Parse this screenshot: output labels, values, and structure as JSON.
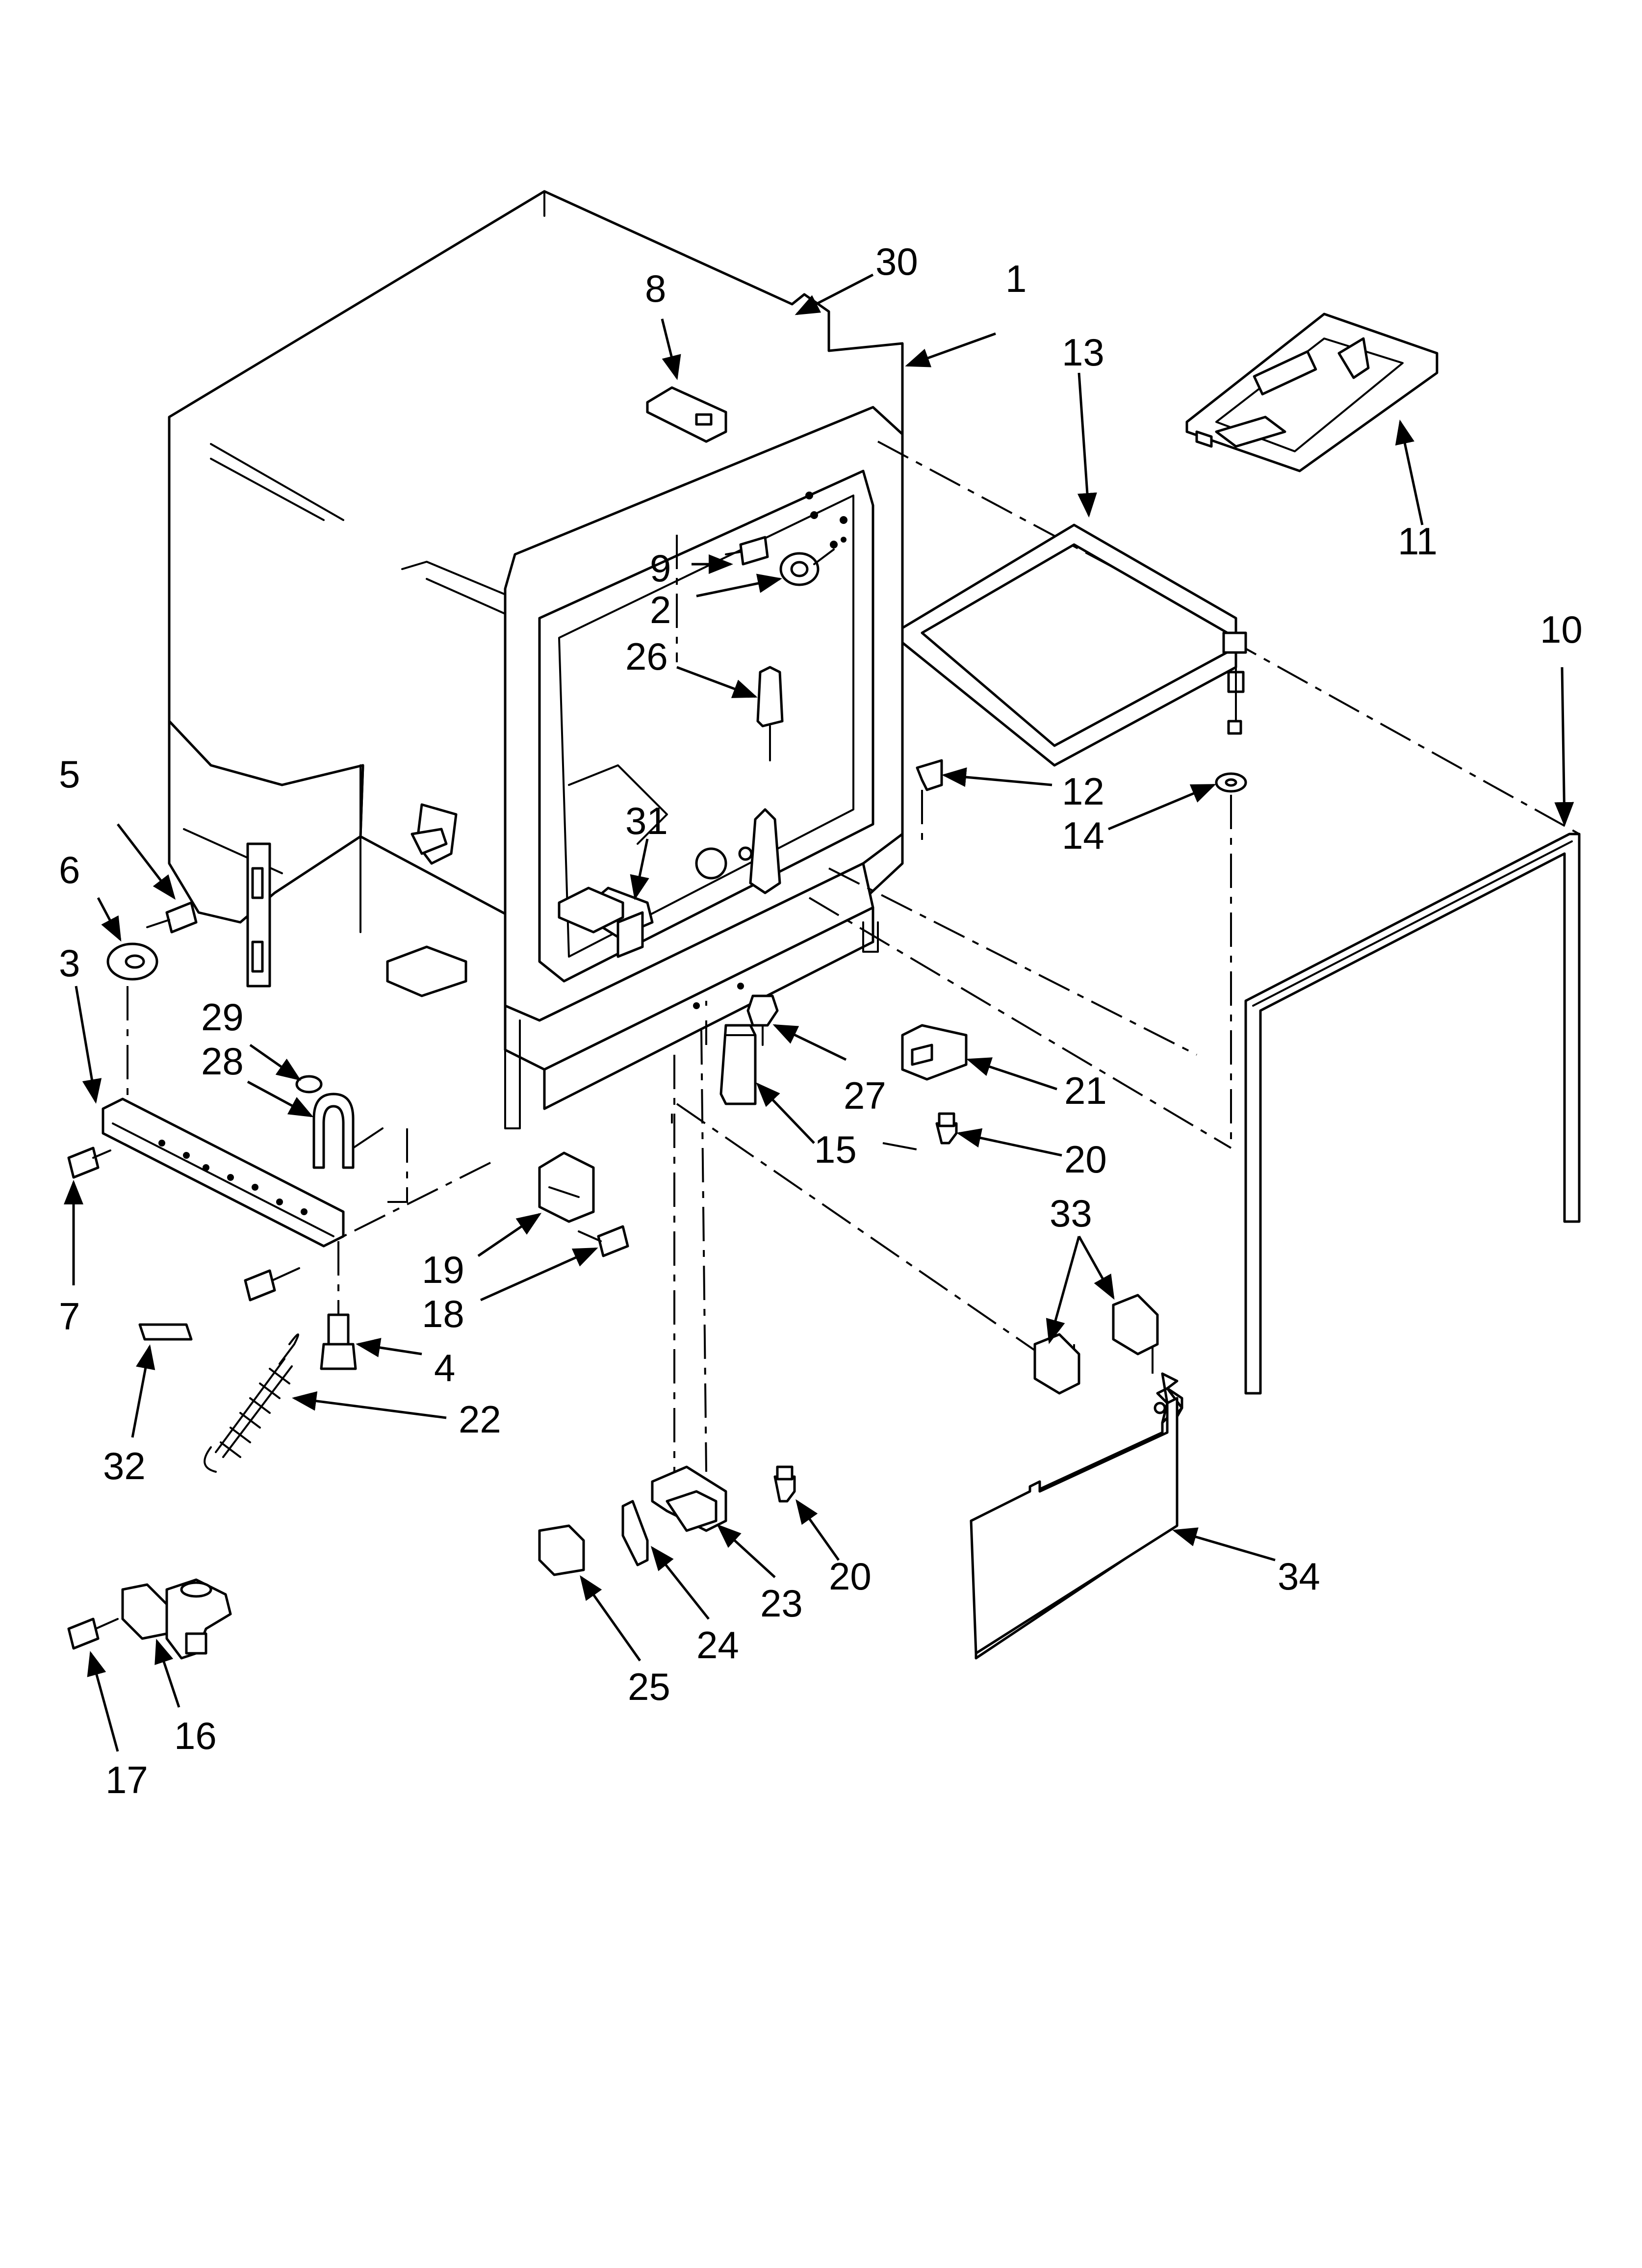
{
  "colors": {
    "line": "#000000",
    "background": "#ffffff"
  },
  "callouts": [
    {
      "id": "c30",
      "label": "30"
    },
    {
      "id": "c1",
      "label": "1"
    },
    {
      "id": "c8",
      "label": "8"
    },
    {
      "id": "c13",
      "label": "13"
    },
    {
      "id": "c11",
      "label": "11"
    },
    {
      "id": "c9",
      "label": "9"
    },
    {
      "id": "c2",
      "label": "2"
    },
    {
      "id": "c26",
      "label": "26"
    },
    {
      "id": "c10",
      "label": "10"
    },
    {
      "id": "c5",
      "label": "5"
    },
    {
      "id": "c6",
      "label": "6"
    },
    {
      "id": "c31",
      "label": "31"
    },
    {
      "id": "c12",
      "label": "12"
    },
    {
      "id": "c14",
      "label": "14"
    },
    {
      "id": "c3",
      "label": "3"
    },
    {
      "id": "c29",
      "label": "29"
    },
    {
      "id": "c28",
      "label": "28"
    },
    {
      "id": "c27",
      "label": "27"
    },
    {
      "id": "c21",
      "label": "21"
    },
    {
      "id": "c15",
      "label": "15"
    },
    {
      "id": "c20a",
      "label": "20"
    },
    {
      "id": "c19",
      "label": "19"
    },
    {
      "id": "c18",
      "label": "18"
    },
    {
      "id": "c7",
      "label": "7"
    },
    {
      "id": "c33",
      "label": "33"
    },
    {
      "id": "c4",
      "label": "4"
    },
    {
      "id": "c22",
      "label": "22"
    },
    {
      "id": "c32",
      "label": "32"
    },
    {
      "id": "c20b",
      "label": "20"
    },
    {
      "id": "c34",
      "label": "34"
    },
    {
      "id": "c23",
      "label": "23"
    },
    {
      "id": "c24",
      "label": "24"
    },
    {
      "id": "c25",
      "label": "25"
    },
    {
      "id": "c16",
      "label": "16"
    },
    {
      "id": "c17",
      "label": "17"
    }
  ]
}
